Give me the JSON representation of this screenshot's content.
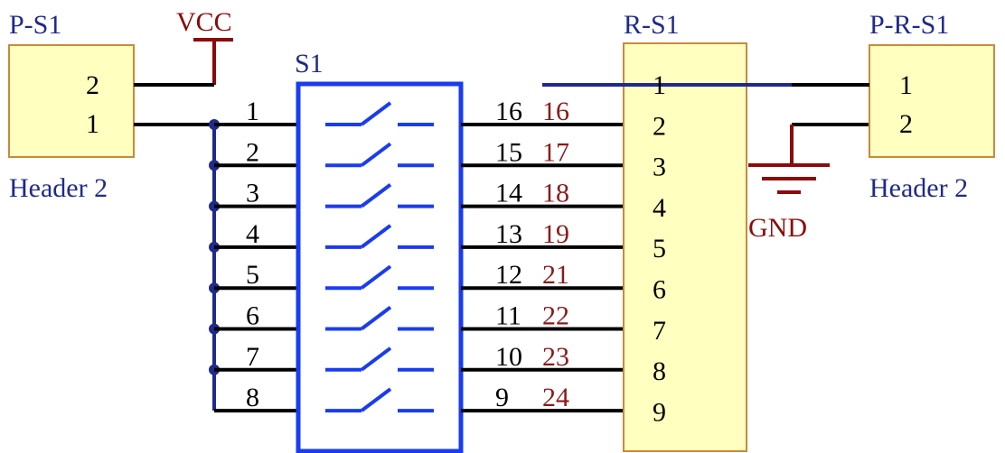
{
  "colors": {
    "wire": "#000000",
    "bus": "#1f2a8a",
    "switch": "#1a3cf0",
    "component_fill": "#ffffc0",
    "component_border": "#c98a3a",
    "designator": "#1f2a8a",
    "power_label": "#8b0a0a",
    "net_label": "#8b1a1a",
    "pin_number": "#000000"
  },
  "connectors": {
    "p_s1": {
      "designator": "P-S1",
      "comment": "Header 2",
      "pins": [
        "2",
        "1"
      ]
    },
    "p_r_s1": {
      "designator": "P-R-S1",
      "comment": "Header 2",
      "pins": [
        "1",
        "2"
      ]
    }
  },
  "power": {
    "vcc": "VCC",
    "gnd": "GND"
  },
  "switch": {
    "designator": "S1",
    "left_pins": [
      "1",
      "2",
      "3",
      "4",
      "5",
      "6",
      "7",
      "8"
    ],
    "right_pins": [
      "16",
      "15",
      "14",
      "13",
      "12",
      "11",
      "10",
      "9"
    ]
  },
  "net_labels": [
    "16",
    "17",
    "18",
    "19",
    "21",
    "22",
    "23",
    "24"
  ],
  "resistor_network": {
    "designator": "R-S1",
    "pins": [
      "1",
      "2",
      "3",
      "4",
      "5",
      "6",
      "7",
      "8",
      "9"
    ]
  }
}
